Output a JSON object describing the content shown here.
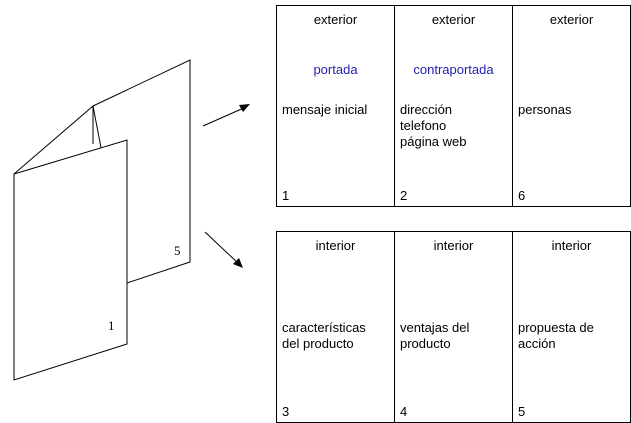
{
  "booklet": {
    "back_page_number": "5",
    "front_page_number": "1"
  },
  "exterior": [
    {
      "header": "exterior",
      "subtitle": "portada",
      "body": "mensaje inicial",
      "number": "1"
    },
    {
      "header": "exterior",
      "subtitle": "contraportada",
      "body": "dirección\ntelefono\npágina web",
      "number": "2"
    },
    {
      "header": "exterior",
      "subtitle": "",
      "body": "personas",
      "number": "6"
    }
  ],
  "interior": [
    {
      "header": "interior",
      "body": "características\ndel producto",
      "number": "3"
    },
    {
      "header": "interior",
      "body": "ventajas del\nproducto",
      "number": "4"
    },
    {
      "header": "interior",
      "body": "propuesta de\nacción",
      "number": "5"
    }
  ],
  "colors": {
    "subtitle": "#1f1fb3",
    "line": "#000000"
  }
}
